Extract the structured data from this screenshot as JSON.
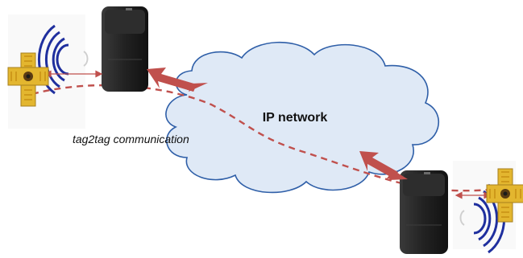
{
  "labels": {
    "network": "IP network",
    "tag2tag": "tag2tag communication"
  },
  "colors": {
    "cloud_fill": "#dfe9f6",
    "cloud_stroke": "#2f5fa8",
    "link_arrow": "#c0504d",
    "dashed_path": "#c0504d",
    "waves": "#1f2f9e",
    "tag": "#e3b62f",
    "device": "#1f1f1f"
  },
  "icons": [
    "cloud-icon",
    "reader-device",
    "rfid-tag",
    "radio-waves",
    "bidirectional-arrow"
  ]
}
